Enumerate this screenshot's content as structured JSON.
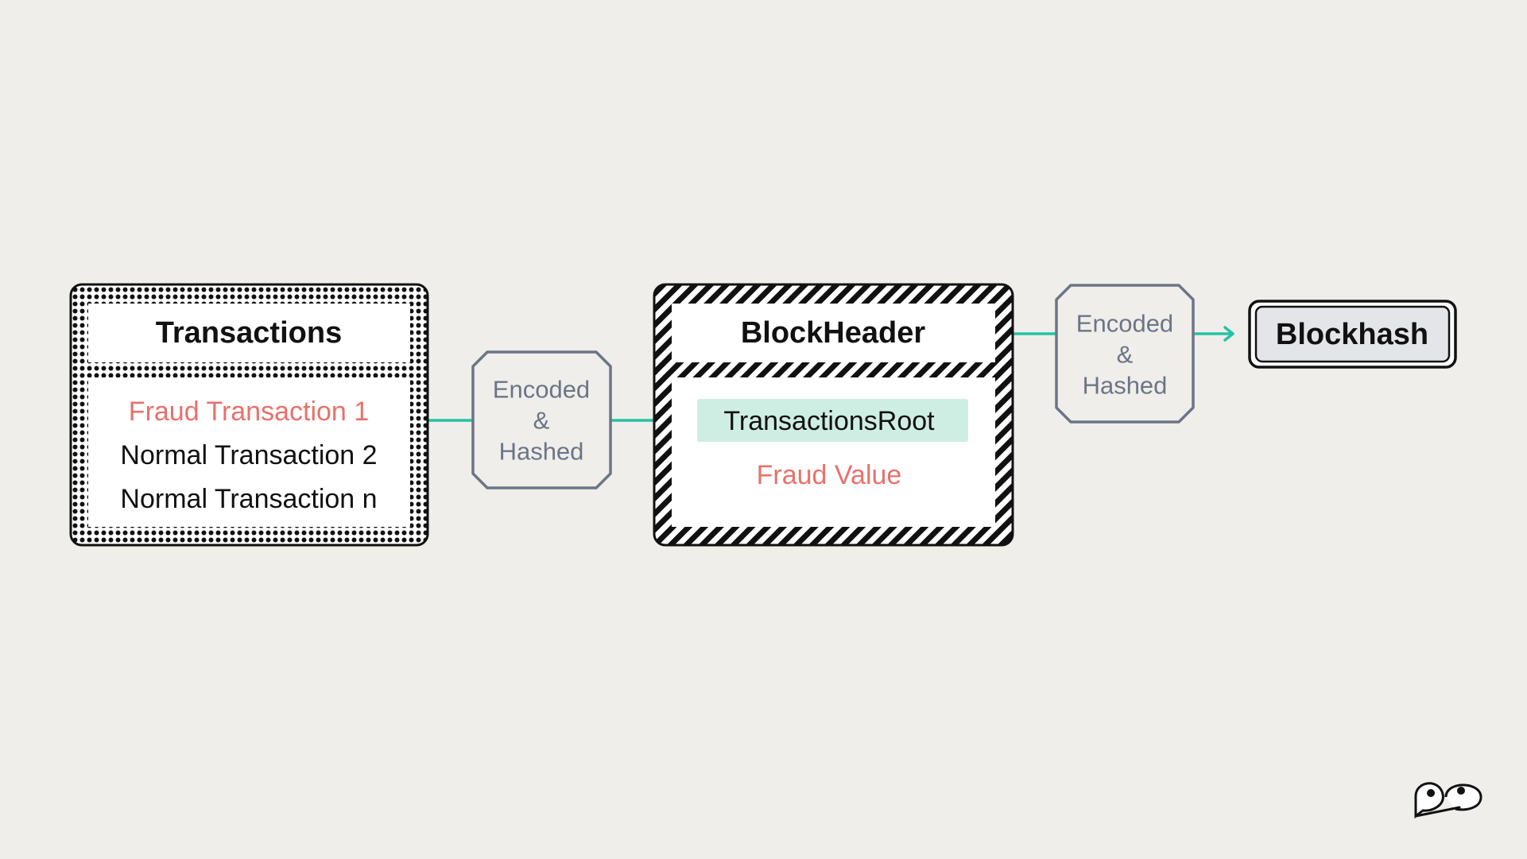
{
  "colors": {
    "background": "#efeeea",
    "border": "#111111",
    "fraud_text": "#e8716b",
    "normal_text": "#111111",
    "encoder_border": "#6c7586",
    "encoder_text": "#6c7586",
    "connector": "#26c1a3",
    "highlight_fill": "#cfeee3",
    "blockhash_fill": "#e4e5e8"
  },
  "transactions": {
    "title": "Transactions",
    "items": [
      {
        "label": "Fraud Transaction 1",
        "status": "fraud"
      },
      {
        "label": "Normal Transaction 2",
        "status": "normal"
      },
      {
        "label": "Normal Transaction n",
        "status": "normal"
      }
    ]
  },
  "encoder_1": {
    "line1": "Encoded",
    "line2": "&",
    "line3": "Hashed"
  },
  "block_header": {
    "title": "BlockHeader",
    "transactions_root": "TransactionsRoot",
    "fraud_value": "Fraud Value"
  },
  "encoder_2": {
    "line1": "Encoded",
    "line2": "&",
    "line3": "Hashed"
  },
  "blockhash": {
    "label": "Blockhash"
  },
  "logo": {
    "icon": "eyes-icon"
  }
}
